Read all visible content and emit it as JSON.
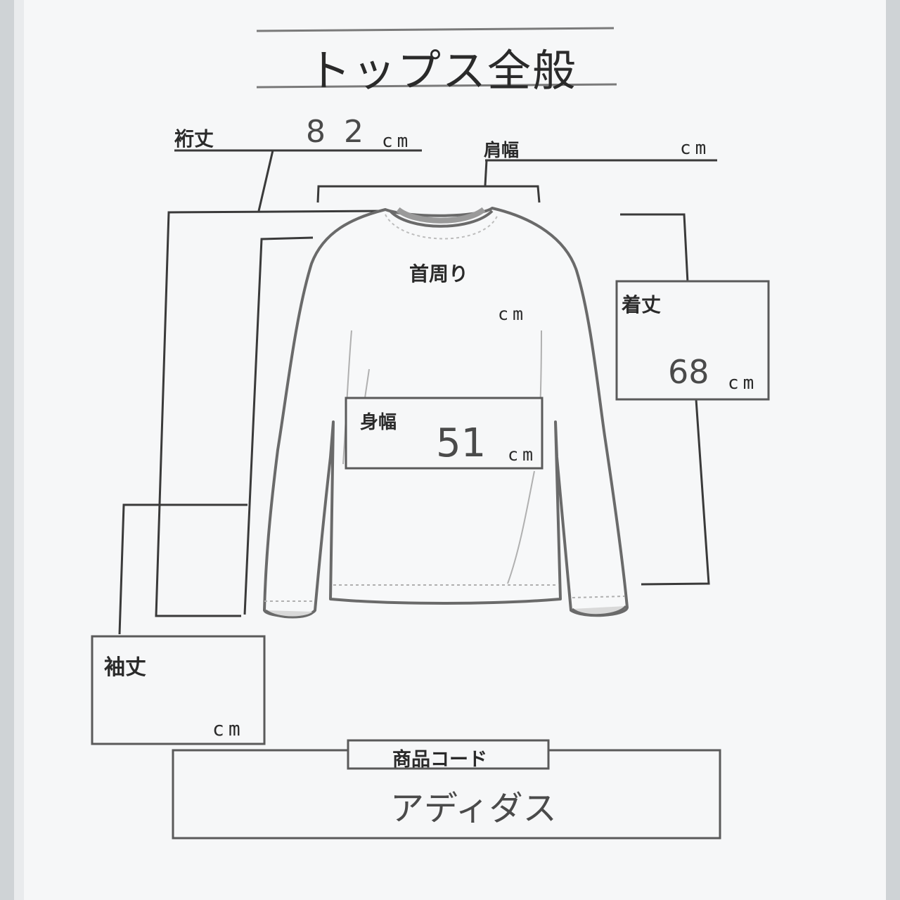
{
  "form": {
    "title": "トップス全般",
    "labels": {
      "yuki": "裄丈",
      "katahaba": "肩幅",
      "kubimawari": "首周り",
      "kitake": "着丈",
      "mihaba": "身幅",
      "sodetake": "袖丈",
      "product_code": "商品コード"
    },
    "unit": "cm",
    "values": {
      "yuki": "8 2",
      "kitake": "68",
      "mihaba": "51",
      "product_code": "アディダス"
    }
  }
}
